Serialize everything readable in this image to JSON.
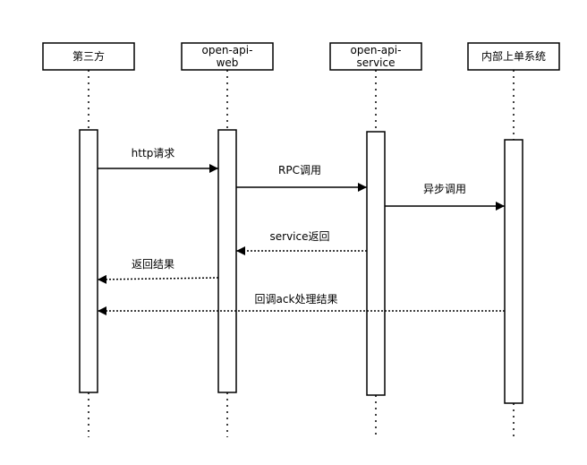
{
  "participants": [
    {
      "id": "third_party",
      "label_lines": [
        "第三方"
      ]
    },
    {
      "id": "open_api_web",
      "label_lines": [
        "open-api-",
        "web"
      ]
    },
    {
      "id": "open_api_service",
      "label_lines": [
        "open-api-",
        "service"
      ]
    },
    {
      "id": "internal_order",
      "label_lines": [
        "内部上单系统"
      ]
    }
  ],
  "messages": [
    {
      "id": "m1",
      "text": "http请求",
      "from": "third_party",
      "to": "open_api_web",
      "style": "solid"
    },
    {
      "id": "m2",
      "text": "RPC调用",
      "from": "open_api_web",
      "to": "open_api_service",
      "style": "solid"
    },
    {
      "id": "m3",
      "text": "异步调用",
      "from": "open_api_service",
      "to": "internal_order",
      "style": "solid"
    },
    {
      "id": "m4",
      "text": "service返回",
      "from": "open_api_service",
      "to": "open_api_web",
      "style": "dashed"
    },
    {
      "id": "m5",
      "text": "返回结果",
      "from": "open_api_web",
      "to": "third_party",
      "style": "dashed"
    },
    {
      "id": "m6",
      "text": "回调ack处理结果",
      "from": "internal_order",
      "to": "third_party",
      "style": "dashed"
    }
  ],
  "colors": {
    "line": "#000000",
    "background": "#ffffff"
  }
}
